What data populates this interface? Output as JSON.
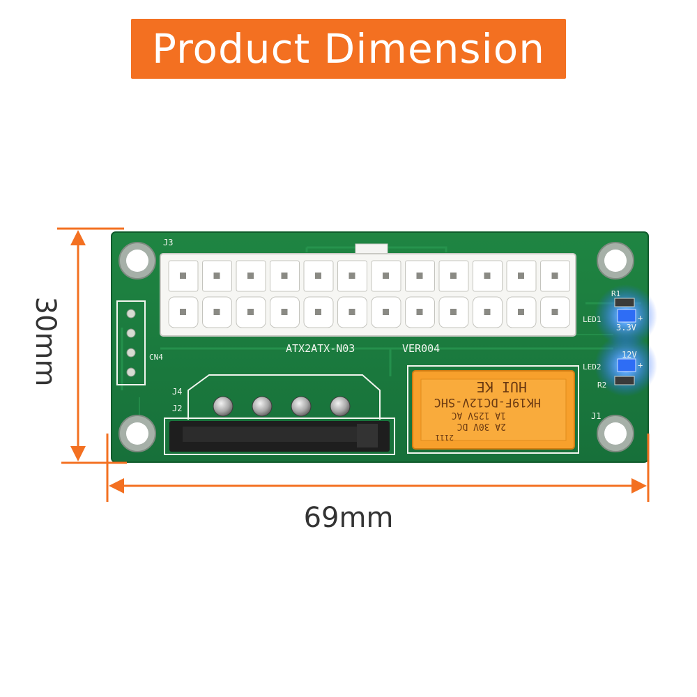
{
  "banner": {
    "title": "Product Dimension",
    "color": "#f37021"
  },
  "dimensions": {
    "width_label": "69mm",
    "height_label": "30mm",
    "line_color": "#f37021"
  },
  "board": {
    "color": "#1b7a3a",
    "silkscreen": {
      "j3": "J3",
      "model": "ATX2ATX-N03",
      "version": "VER004",
      "cn4": "CN4",
      "j4": "J4",
      "j2": "J2",
      "j1": "J1",
      "r1": "R1",
      "r2": "R2",
      "led1": "LED1",
      "led2": "LED2",
      "v33": "3.3V",
      "v12": "12V",
      "plus1": "+",
      "plus2": "+"
    },
    "relay": {
      "brand": "HUI KE",
      "model": "HK19F-DC12V-SHC",
      "rating1": "1A 125V AC",
      "rating2": "2A 30V DC",
      "code": "2111",
      "color": "#f7a02c"
    }
  }
}
